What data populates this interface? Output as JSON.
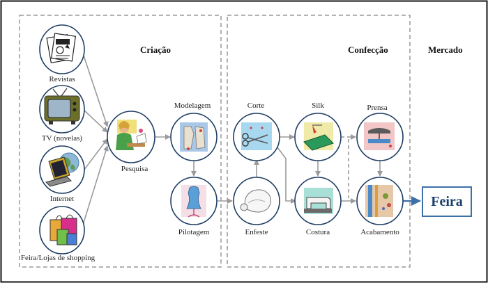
{
  "sections": {
    "creation": "Criação",
    "production": "Confecção",
    "market": "Mercado"
  },
  "sources": {
    "magazines": "Revistas",
    "tv": "TV (novelas)",
    "internet": "Internet",
    "stores": "Feira/Lojas de shopping"
  },
  "steps": {
    "research": "Pesquisa",
    "modeling": "Modelagem",
    "piloting": "Pilotagem",
    "spreading": "Enfeste",
    "cutting": "Corte",
    "silk": "Silk",
    "sewing": "Costura",
    "press": "Prensa",
    "finishing": "Acabamento"
  },
  "destination": "Feira"
}
